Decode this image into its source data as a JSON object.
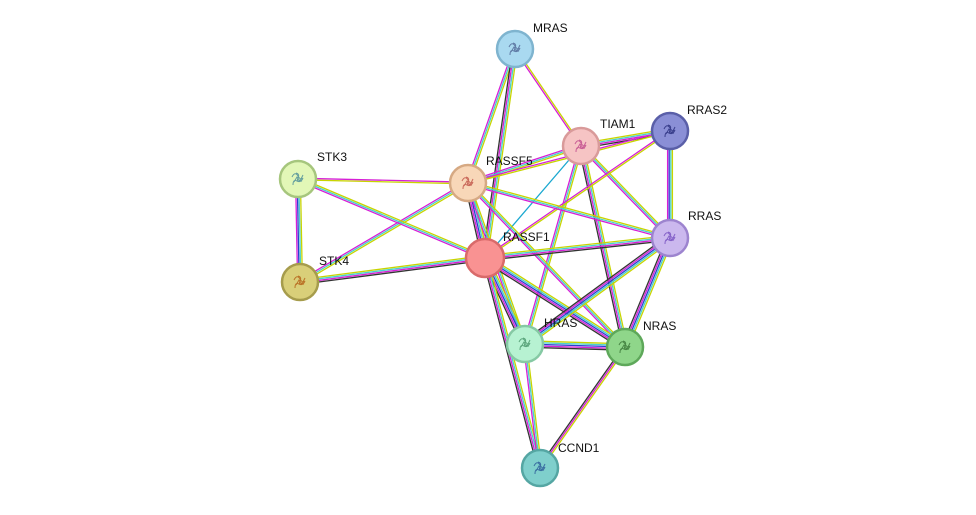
{
  "network": {
    "nodes": [
      {
        "id": "MRAS",
        "label": "MRAS",
        "fill": "#a9d9f0",
        "stroke": "#7fb4cf",
        "glyph": "#556c9a"
      },
      {
        "id": "TIAM1",
        "label": "TIAM1",
        "fill": "#f6c4c4",
        "stroke": "#d99a9a",
        "glyph": "#c24f8e"
      },
      {
        "id": "RRAS2",
        "label": "RRAS2",
        "fill": "#8a8fd6",
        "stroke": "#5a5fa8",
        "glyph": "#2c3180"
      },
      {
        "id": "RASSF5",
        "label": "RASSF5",
        "fill": "#f8d7b8",
        "stroke": "#d6a983",
        "glyph": "#c2574a"
      },
      {
        "id": "STK3",
        "label": "STK3",
        "fill": "#e2f7b7",
        "stroke": "#a6c67d",
        "glyph": "#4f8f9a"
      },
      {
        "id": "RASSF1",
        "label": "RASSF1",
        "fill": "#f99292",
        "stroke": "#d96a6a",
        "glyph": "#f99292"
      },
      {
        "id": "RRAS",
        "label": "RRAS",
        "fill": "#cbb8ee",
        "stroke": "#9d84cf",
        "glyph": "#7a54c2"
      },
      {
        "id": "STK4",
        "label": "STK4",
        "fill": "#d9cf79",
        "stroke": "#a69c4c",
        "glyph": "#b5641a"
      },
      {
        "id": "HRAS",
        "label": "HRAS",
        "fill": "#b7f2d2",
        "stroke": "#86c9a4",
        "glyph": "#4e9a70"
      },
      {
        "id": "NRAS",
        "label": "NRAS",
        "fill": "#8fd68a",
        "stroke": "#5ea85a",
        "glyph": "#3d7a3a"
      },
      {
        "id": "CCND1",
        "label": "CCND1",
        "fill": "#7fcfcc",
        "stroke": "#55a6a3",
        "glyph": "#2f5f9a"
      }
    ],
    "edges": [
      {
        "from": "MRAS",
        "to": "RASSF5",
        "colors": [
          "#c8d400",
          "#48d1cc",
          "#d61fd6"
        ]
      },
      {
        "from": "MRAS",
        "to": "RASSF1",
        "colors": [
          "#c8d400",
          "#48d1cc",
          "#d61fd6",
          "#333333"
        ]
      },
      {
        "from": "MRAS",
        "to": "TIAM1",
        "colors": [
          "#c8d400",
          "#d61fd6"
        ]
      },
      {
        "from": "TIAM1",
        "to": "RASSF5",
        "colors": [
          "#c8d400",
          "#48d1cc",
          "#d61fd6"
        ]
      },
      {
        "from": "TIAM1",
        "to": "RASSF1",
        "colors": [
          "#1aa8d0"
        ]
      },
      {
        "from": "TIAM1",
        "to": "RRAS2",
        "colors": [
          "#c8d400",
          "#48d1cc",
          "#d61fd6",
          "#333333"
        ]
      },
      {
        "from": "TIAM1",
        "to": "RRAS",
        "colors": [
          "#c8d400",
          "#48d1cc",
          "#d61fd6"
        ]
      },
      {
        "from": "TIAM1",
        "to": "HRAS",
        "colors": [
          "#c8d400",
          "#48d1cc",
          "#d61fd6"
        ]
      },
      {
        "from": "TIAM1",
        "to": "NRAS",
        "colors": [
          "#c8d400",
          "#48d1cc",
          "#d61fd6",
          "#333333"
        ]
      },
      {
        "from": "RRAS2",
        "to": "RRAS",
        "colors": [
          "#c8d400",
          "#48d1cc",
          "#2a3fd0",
          "#d61fd6"
        ]
      },
      {
        "from": "RRAS2",
        "to": "RASSF5",
        "colors": [
          "#c8d400",
          "#d61fd6"
        ]
      },
      {
        "from": "RRAS2",
        "to": "RASSF1",
        "colors": [
          "#c8d400",
          "#d61fd6"
        ]
      },
      {
        "from": "RASSF5",
        "to": "STK3",
        "colors": [
          "#c8d400",
          "#d61fd6"
        ]
      },
      {
        "from": "RASSF5",
        "to": "STK4",
        "colors": [
          "#c8d400",
          "#48d1cc",
          "#d61fd6"
        ]
      },
      {
        "from": "RASSF5",
        "to": "RASSF1",
        "colors": [
          "#c8d400",
          "#48d1cc",
          "#2a3fd0",
          "#d61fd6",
          "#333333"
        ]
      },
      {
        "from": "RASSF5",
        "to": "RRAS",
        "colors": [
          "#c8d400",
          "#48d1cc",
          "#d61fd6"
        ]
      },
      {
        "from": "RASSF5",
        "to": "HRAS",
        "colors": [
          "#c8d400",
          "#48d1cc",
          "#d61fd6"
        ]
      },
      {
        "from": "RASSF5",
        "to": "NRAS",
        "colors": [
          "#c8d400",
          "#48d1cc",
          "#d61fd6"
        ]
      },
      {
        "from": "STK3",
        "to": "STK4",
        "colors": [
          "#c8d400",
          "#48d1cc",
          "#2a3fd0",
          "#d61fd6"
        ]
      },
      {
        "from": "STK3",
        "to": "RASSF1",
        "colors": [
          "#c8d400",
          "#48d1cc",
          "#d61fd6"
        ]
      },
      {
        "from": "STK4",
        "to": "RASSF1",
        "colors": [
          "#c8d400",
          "#48d1cc",
          "#d61fd6",
          "#333333"
        ]
      },
      {
        "from": "RASSF1",
        "to": "RRAS",
        "colors": [
          "#c8d400",
          "#48d1cc",
          "#d61fd6",
          "#333333"
        ]
      },
      {
        "from": "RASSF1",
        "to": "HRAS",
        "colors": [
          "#c8d400",
          "#48d1cc",
          "#2a3fd0",
          "#d61fd6",
          "#333333"
        ]
      },
      {
        "from": "RASSF1",
        "to": "NRAS",
        "colors": [
          "#c8d400",
          "#48d1cc",
          "#2a3fd0",
          "#d61fd6",
          "#333333"
        ]
      },
      {
        "from": "RASSF1",
        "to": "CCND1",
        "colors": [
          "#c8d400",
          "#48d1cc",
          "#d61fd6",
          "#333333"
        ]
      },
      {
        "from": "RRAS",
        "to": "HRAS",
        "colors": [
          "#c8d400",
          "#48d1cc",
          "#2a3fd0",
          "#d61fd6",
          "#333333"
        ]
      },
      {
        "from": "RRAS",
        "to": "NRAS",
        "colors": [
          "#c8d400",
          "#48d1cc",
          "#2a3fd0",
          "#d61fd6",
          "#333333"
        ]
      },
      {
        "from": "HRAS",
        "to": "NRAS",
        "colors": [
          "#c8d400",
          "#48d1cc",
          "#2a3fd0",
          "#d61fd6",
          "#333333"
        ]
      },
      {
        "from": "HRAS",
        "to": "CCND1",
        "colors": [
          "#c8d400",
          "#48d1cc",
          "#d61fd6"
        ]
      },
      {
        "from": "NRAS",
        "to": "CCND1",
        "colors": [
          "#c8d400",
          "#d61fd6",
          "#333333"
        ]
      }
    ]
  }
}
